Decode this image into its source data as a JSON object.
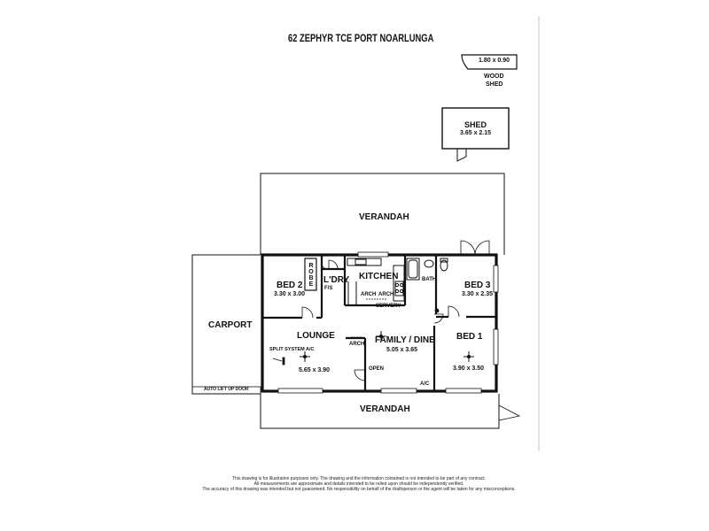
{
  "title": "62 ZEPHYR TCE PORT NOARLUNGA",
  "wood_shed": {
    "dimensions": "1.80 x 0.90",
    "label_line1": "WOOD",
    "label_line2": "SHED"
  },
  "shed": {
    "label": "SHED",
    "dimensions": "3.65 x 2.15"
  },
  "rooms": {
    "verandah_rear": "VERANDAH",
    "verandah_front": "VERANDAH",
    "carport": "CARPORT",
    "auto_door": "AUTO LIFT UP DOOR",
    "bed2": {
      "label": "BED 2",
      "dimensions": "3.30 x 3.00"
    },
    "robe": "ROBE",
    "laundry": "L'DRY",
    "kitchen": "KITCHEN",
    "bath": "BATH",
    "bed3": {
      "label": "BED 3",
      "dimensions": "3.30 x 2.35"
    },
    "lounge": {
      "label": "LOUNGE",
      "dimensions": "5.65 x 3.90"
    },
    "split_system": "SPLIT SYSTEM A/C",
    "family_dine": {
      "label": "FAMILY / DINE",
      "dimensions": "5.05 x 3.65"
    },
    "bed1": {
      "label": "BED 1",
      "dimensions": "3.90 x 3.50"
    }
  },
  "annotations": {
    "fs": "F/S",
    "arch_kitchen_left": "ARCH",
    "arch_kitchen_right": "ARCH",
    "servery": "SERVERY",
    "arch_lounge": "ARCH",
    "open": "OPEN",
    "ac": "A/C"
  },
  "disclaimer": [
    "This drawing is for illustration purposes only. The drawing and the information contained is not intended to be part of any contract.",
    "All measurements are approximate and details intended to be relied upon should be independently verified.",
    "The accuracy of this drawing was intended but not guaranteed. No responsibility on behalf of the draftsperson or the agent will be taken for any misconceptions."
  ]
}
